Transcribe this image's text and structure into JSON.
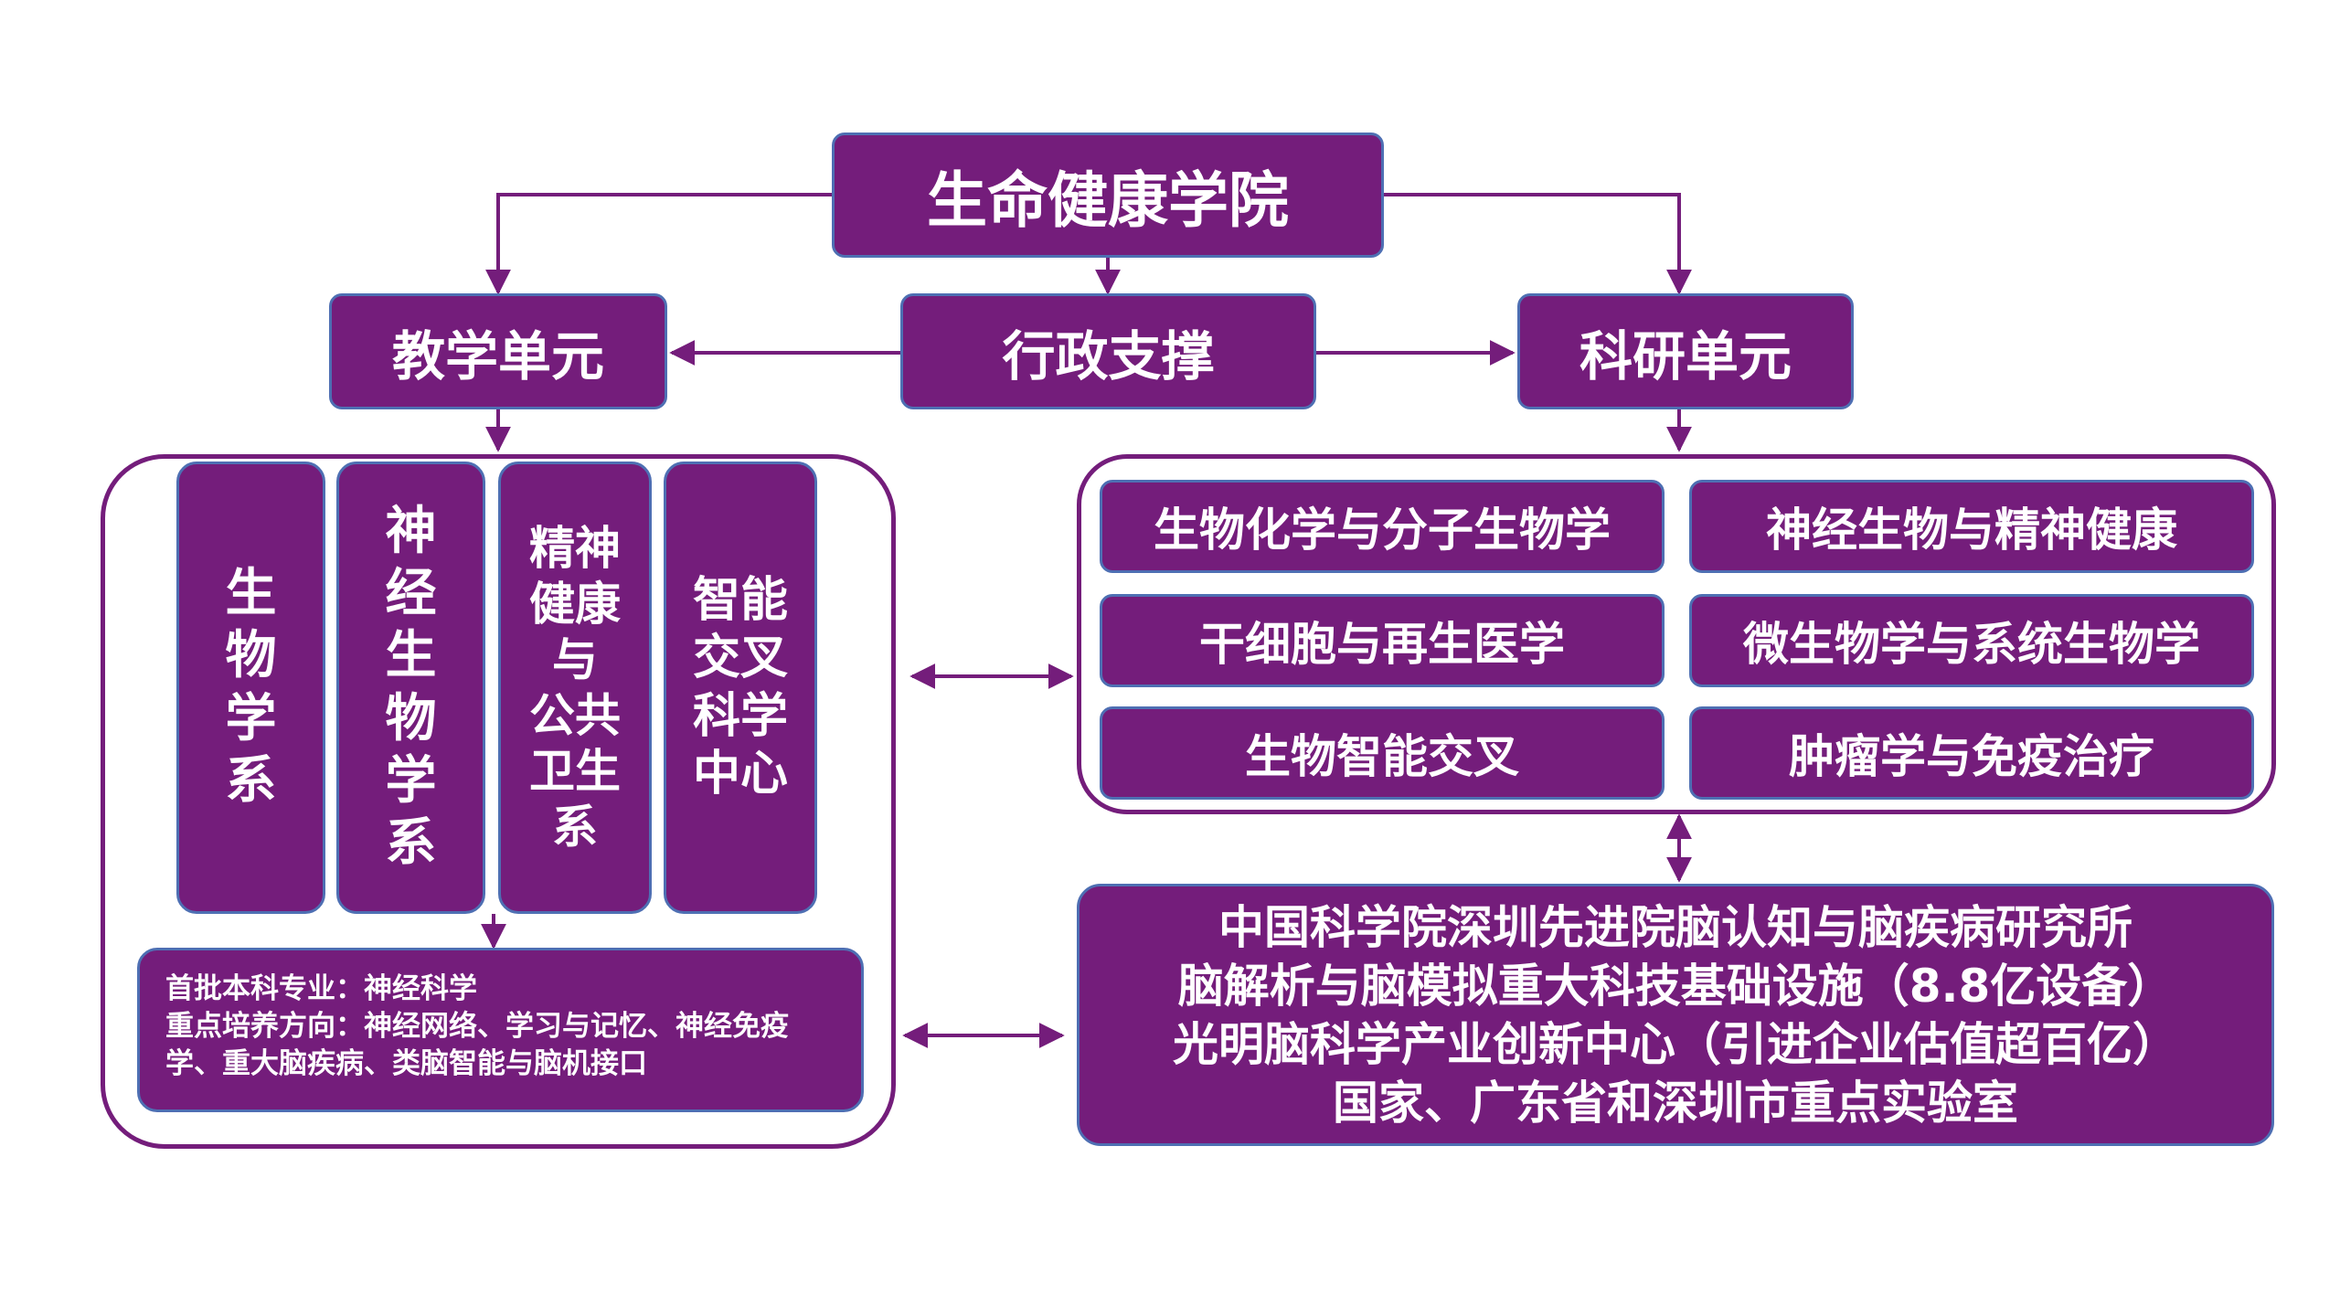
{
  "root": "生命健康学院",
  "admin": "行政支撑",
  "teaching": {
    "title": "教学单元",
    "departments": [
      "生\n物\n学\n系",
      "神\n经\n生\n物\n学\n系",
      "精神\n健康\n与\n公共\n卫生\n系",
      "智能\n交叉\n科学\n中心"
    ],
    "note_line1": "首批本科专业：神经科学",
    "note_line2": "重点培养方向：神经网络、学习与记忆、神经免疫学、重大脑疾病、类脑智能与脑机接口"
  },
  "research": {
    "title": "科研单元",
    "areas": [
      "生物化学与分子生物学",
      "神经生物与精神健康",
      "干细胞与再生医学",
      "微生物学与系统生物学",
      "生物智能交叉",
      "肿瘤学与免疫治疗"
    ],
    "platforms": "中国科学院深圳先进院脑认知与脑疾病研究所\n脑解析与脑模拟重大科技基础设施（8.8亿设备）\n光明脑科学产业创新中心（引进企业估值超百亿）\n国家、广东省和深圳市重点实验室"
  },
  "colors": {
    "box": "#741d7b",
    "border": "#4e6fb3",
    "line": "#741d7b"
  }
}
